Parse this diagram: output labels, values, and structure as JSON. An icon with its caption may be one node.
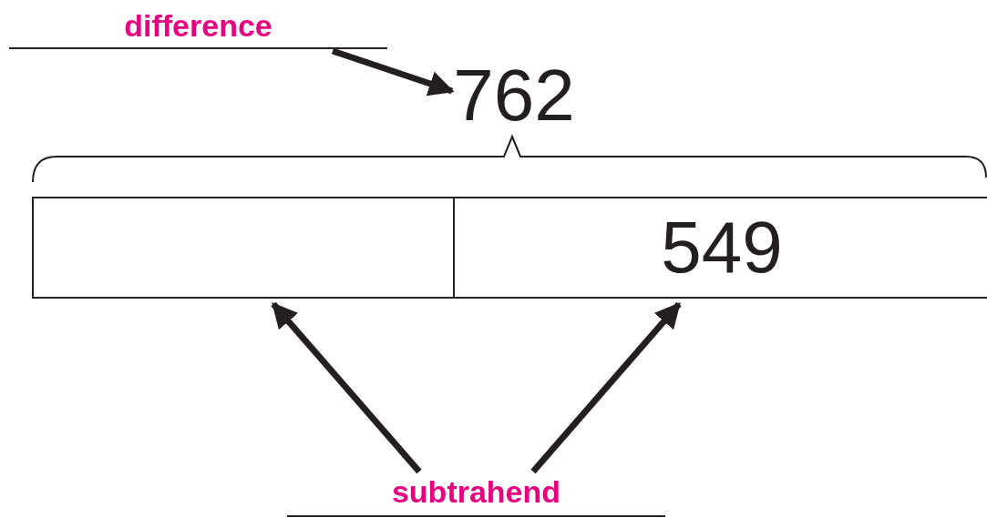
{
  "diagram": {
    "nodes": [
      {
        "text": [
          "difference"
        ]
      },
      {
        "text": [
          "762"
        ]
      },
      {
        "text": [],
        "shape": "box"
      },
      {
        "text": [
          "549"
        ]
      },
      {
        "text": [
          "subtrahend"
        ]
      }
    ],
    "edges": [
      {
        "from": 0,
        "to": 1,
        "arrow": "to"
      },
      {
        "from": 4,
        "to": 2,
        "arrow": "to"
      },
      {
        "from": 4,
        "to": 3,
        "arrow": "to"
      }
    ]
  }
}
